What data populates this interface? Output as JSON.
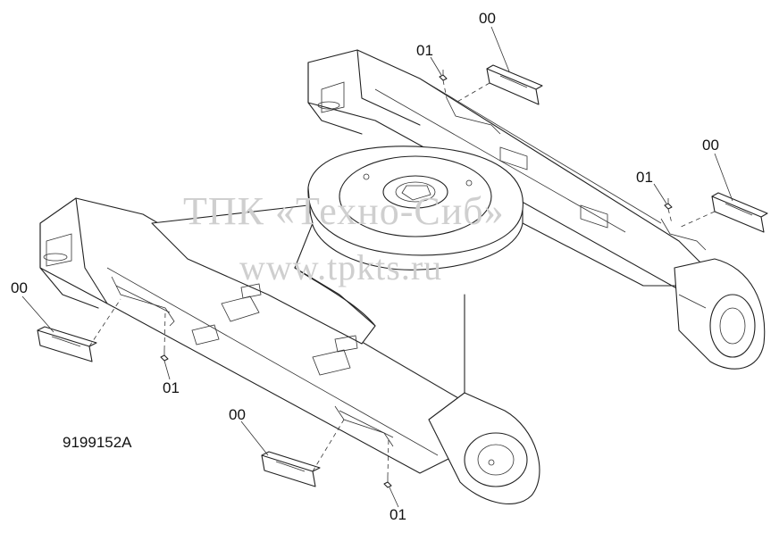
{
  "watermark": {
    "line1": "ТПК «Техно-Сиб»",
    "line2": "www.tpkts.ru"
  },
  "drawing_code": "9199152A",
  "callouts": [
    {
      "id": "top-step-label",
      "text": "00"
    },
    {
      "id": "top-bolt-label",
      "text": "01"
    },
    {
      "id": "right-step-label",
      "text": "00"
    },
    {
      "id": "right-bolt-label",
      "text": "01"
    },
    {
      "id": "left-step-label",
      "text": "00"
    },
    {
      "id": "left-bolt-label",
      "text": "01"
    },
    {
      "id": "bottom-step-label",
      "text": "00"
    },
    {
      "id": "bottom-bolt-label",
      "text": "01"
    }
  ]
}
